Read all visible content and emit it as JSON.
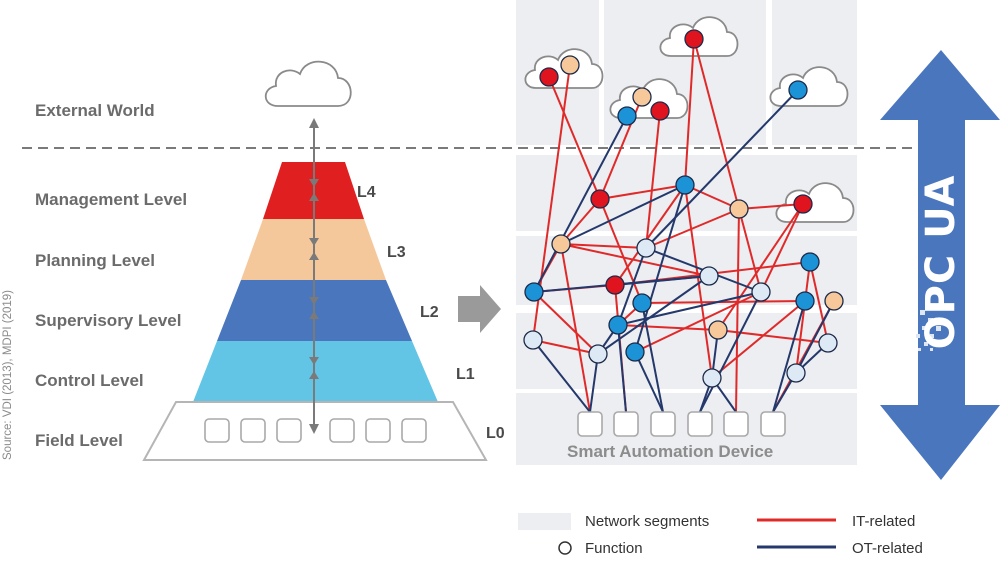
{
  "levels": {
    "external": "External World",
    "management": "Management Level",
    "planning": "Planning Level",
    "supervisory": "Supervisory Level",
    "control": "Control Level",
    "field": "Field Level"
  },
  "tags": {
    "l4": "L4",
    "l3": "L3",
    "l2": "L2",
    "l1": "L1",
    "l0": "L0"
  },
  "source": "Source: VDI (2013), MDPI (2019)",
  "device_label": "Smart Automation Device",
  "badge": "OPC UA",
  "legend": {
    "network_segments": "Network segments",
    "function": "Function",
    "it_related": "IT-related",
    "ot_related": "OT-related"
  },
  "colors": {
    "l4": "#e02020",
    "l3": "#f5c89c",
    "l2": "#4a76bd",
    "l1": "#63c5e6",
    "it_line": "#e02a2a",
    "ot_line": "#24386b",
    "node_red": "#e0141e",
    "node_peach": "#f7c99a",
    "node_blue": "#1b93d6",
    "node_light": "#dde9f5",
    "arrow_blue": "#4a76bd",
    "segment": "#eceef1"
  }
}
